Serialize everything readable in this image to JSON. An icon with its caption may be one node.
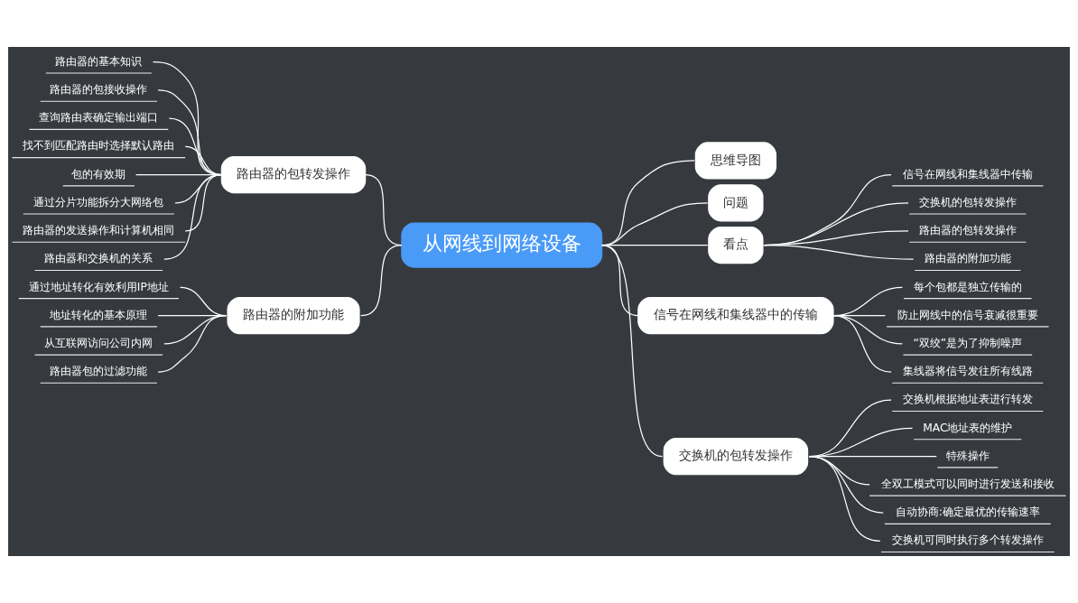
{
  "diagram": {
    "nodes": [
      {
        "text": [
          "从网线到网络设备"
        ]
      },
      {
        "text": [
          "思维导图"
        ]
      },
      {
        "text": [
          "问题"
        ]
      },
      {
        "text": [
          "看点"
        ]
      },
      {
        "text": [
          "信号在网线和集线器中传输"
        ]
      },
      {
        "text": [
          "交换机的包转发操作"
        ]
      },
      {
        "text": [
          "路由器的包转发操作"
        ]
      },
      {
        "text": [
          "路由器的附加功能"
        ]
      },
      {
        "text": [
          "信号在网线和集线器中的传输"
        ]
      },
      {
        "text": [
          "每个包都是独立传输的"
        ]
      },
      {
        "text": [
          "防止网线中的信号衰减很重要"
        ]
      },
      {
        "text": [
          "“双绞”是为了抑制噪声"
        ]
      },
      {
        "text": [
          "集线器将信号发往所有线路"
        ]
      },
      {
        "text": [
          "交换机的包转发操作"
        ]
      },
      {
        "text": [
          "交换机根据地址表进行转发"
        ]
      },
      {
        "text": [
          "MAC地址表的维护"
        ]
      },
      {
        "text": [
          "特殊操作"
        ]
      },
      {
        "text": [
          "全双工模式可以同时进行发送和接收"
        ]
      },
      {
        "text": [
          "自动协商:确定最优的传输速率"
        ]
      },
      {
        "text": [
          "交换机可同时执行多个转发操作"
        ]
      },
      {
        "text": [
          "路由器的包转发操作"
        ]
      },
      {
        "text": [
          "路由器的基本知识"
        ]
      },
      {
        "text": [
          "路由器的包接收操作"
        ]
      },
      {
        "text": [
          "查询路由表确定输出端口"
        ]
      },
      {
        "text": [
          "找不到匹配路由时选择默认路由"
        ]
      },
      {
        "text": [
          "包的有效期"
        ]
      },
      {
        "text": [
          "通过分片功能拆分大网络包"
        ]
      },
      {
        "text": [
          "路由器的发送操作和计算机相同"
        ]
      },
      {
        "text": [
          "路由器和交换机的关系"
        ]
      },
      {
        "text": [
          "路由器的附加功能"
        ]
      },
      {
        "text": [
          "通过地址转化有效利用IP地址"
        ]
      },
      {
        "text": [
          "地址转化的基本原理"
        ]
      },
      {
        "text": [
          "从互联网访问公司内网"
        ]
      },
      {
        "text": [
          "路由器包的过滤功能"
        ]
      }
    ],
    "edges": [
      {
        "from": 0,
        "to": 1,
        "arrow": "none"
      },
      {
        "from": 0,
        "to": 2,
        "arrow": "none"
      },
      {
        "from": 0,
        "to": 3,
        "arrow": "none"
      },
      {
        "from": 3,
        "to": 4,
        "arrow": "none"
      },
      {
        "from": 3,
        "to": 5,
        "arrow": "none"
      },
      {
        "from": 3,
        "to": 6,
        "arrow": "none"
      },
      {
        "from": 3,
        "to": 7,
        "arrow": "none"
      },
      {
        "from": 0,
        "to": 8,
        "arrow": "none"
      },
      {
        "from": 8,
        "to": 9,
        "arrow": "none"
      },
      {
        "from": 8,
        "to": 10,
        "arrow": "none"
      },
      {
        "from": 8,
        "to": 11,
        "arrow": "none"
      },
      {
        "from": 8,
        "to": 12,
        "arrow": "none"
      },
      {
        "from": 0,
        "to": 13,
        "arrow": "none"
      },
      {
        "from": 13,
        "to": 14,
        "arrow": "none"
      },
      {
        "from": 13,
        "to": 15,
        "arrow": "none"
      },
      {
        "from": 13,
        "to": 16,
        "arrow": "none"
      },
      {
        "from": 13,
        "to": 17,
        "arrow": "none"
      },
      {
        "from": 13,
        "to": 18,
        "arrow": "none"
      },
      {
        "from": 13,
        "to": 19,
        "arrow": "none"
      },
      {
        "from": 0,
        "to": 20,
        "arrow": "none"
      },
      {
        "from": 20,
        "to": 21,
        "arrow": "none"
      },
      {
        "from": 20,
        "to": 22,
        "arrow": "none"
      },
      {
        "from": 20,
        "to": 23,
        "arrow": "none"
      },
      {
        "from": 20,
        "to": 24,
        "arrow": "none"
      },
      {
        "from": 20,
        "to": 25,
        "arrow": "none"
      },
      {
        "from": 20,
        "to": 26,
        "arrow": "none"
      },
      {
        "from": 20,
        "to": 27,
        "arrow": "none"
      },
      {
        "from": 20,
        "to": 28,
        "arrow": "none"
      },
      {
        "from": 0,
        "to": 29,
        "arrow": "none"
      },
      {
        "from": 29,
        "to": 30,
        "arrow": "none"
      },
      {
        "from": 29,
        "to": 31,
        "arrow": "none"
      },
      {
        "from": 29,
        "to": 32,
        "arrow": "none"
      },
      {
        "from": 29,
        "to": 33,
        "arrow": "none"
      }
    ]
  }
}
